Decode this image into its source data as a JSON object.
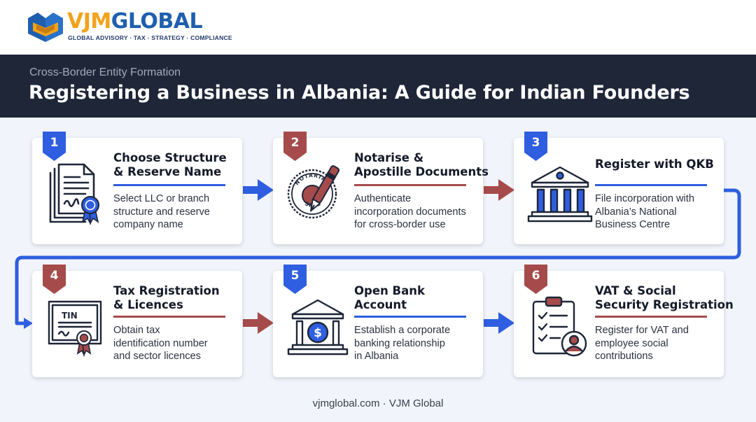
{
  "brand": {
    "name_part1": "VJM",
    "name_part2": "GLOBAL",
    "tagline": "GLOBAL ADVISORY · TAX · STRATEGY · COMPLIANCE"
  },
  "header": {
    "eyebrow": "Cross-Border Entity Formation",
    "title": "Registering a Business in Albania: A Guide for Indian Founders"
  },
  "colors": {
    "navy": "#1e2638",
    "blue": "#2f5ee0",
    "red": "#a64b4b",
    "orange": "#f2a31b",
    "background": "#f1f4fa"
  },
  "steps": [
    {
      "number": "1",
      "title_lines": [
        "Choose Structure",
        "& Reserve Name"
      ],
      "desc_lines": [
        "Select LLC or branch",
        "structure and reserve",
        "company name"
      ],
      "icon": "document-seal-icon",
      "accent": "blue"
    },
    {
      "number": "2",
      "title_lines": [
        "Notarise &",
        "Apostille Documents"
      ],
      "desc_lines": [
        "Authenticate",
        "incorporation documents",
        "for cross-border use"
      ],
      "icon": "notarial-seal-pen-icon",
      "accent": "red",
      "seal_text_top": "NOTARIAL",
      "seal_text_bottom": "SEAL"
    },
    {
      "number": "3",
      "title_lines": [
        "Register with QKB"
      ],
      "desc_lines": [
        "File incorporation with",
        "Albania’s National",
        "Business Centre"
      ],
      "icon": "government-building-icon",
      "accent": "blue"
    },
    {
      "number": "4",
      "title_lines": [
        "Tax Registration",
        "& Licences"
      ],
      "desc_lines": [
        "Obtain tax",
        "identification number",
        "and sector licences"
      ],
      "icon": "tin-certificate-icon",
      "accent": "red",
      "certificate_label": "TIN"
    },
    {
      "number": "5",
      "title_lines": [
        "Open Bank",
        "Account"
      ],
      "desc_lines": [
        "Establish a corporate",
        "banking relationship",
        "in Albania"
      ],
      "icon": "bank-dollar-icon",
      "accent": "blue"
    },
    {
      "number": "6",
      "title_lines": [
        "VAT & Social",
        "Security Registration"
      ],
      "desc_lines": [
        "Register for VAT and",
        "employee social",
        "contributions"
      ],
      "icon": "clipboard-checklist-person-icon",
      "accent": "red"
    }
  ],
  "footer": {
    "text": "vjmglobal.com · VJM Global"
  }
}
